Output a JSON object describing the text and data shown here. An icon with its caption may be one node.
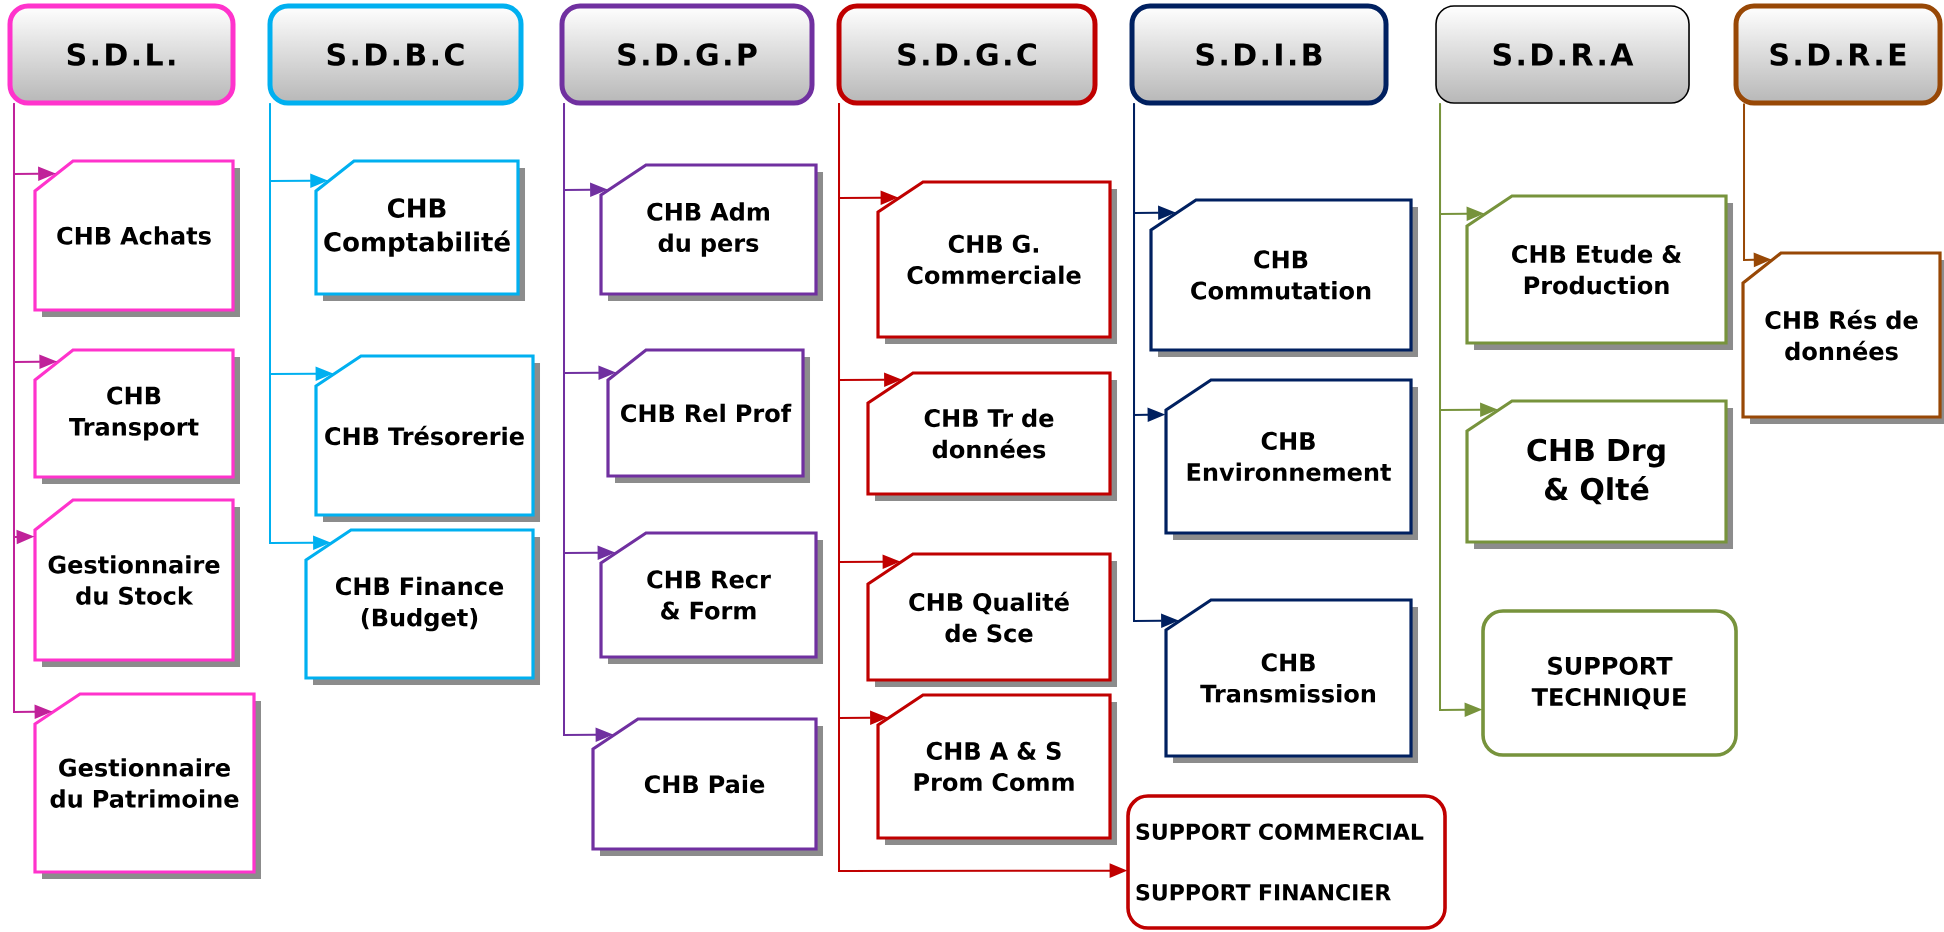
{
  "diagram": {
    "nodes": [
      {
        "text": [
          "S.D.L."
        ]
      },
      {
        "text": [
          "CHB Achats"
        ]
      },
      {
        "text": [
          "CHB Transport"
        ]
      },
      {
        "text": [
          "Gestionnaire du Stock"
        ]
      },
      {
        "text": [
          "Gestionnaire du Patrimoine"
        ]
      },
      {
        "text": [
          "S.D.B.C"
        ]
      },
      {
        "text": [
          "CHB Comptabilité"
        ]
      },
      {
        "text": [
          "CHB Trésorerie"
        ]
      },
      {
        "text": [
          "CHB Finance (Budget)"
        ]
      },
      {
        "text": [
          "S.D.G.P"
        ]
      },
      {
        "text": [
          "CHB Adm du pers"
        ]
      },
      {
        "text": [
          "CHB Rel Prof"
        ]
      },
      {
        "text": [
          "CHB Recr & Form"
        ]
      },
      {
        "text": [
          "CHB Paie"
        ]
      },
      {
        "text": [
          "S.D.G.C"
        ]
      },
      {
        "text": [
          "CHB G. Commerciale"
        ]
      },
      {
        "text": [
          "CHB Tr de données"
        ]
      },
      {
        "text": [
          "CHB Qualité de Sce"
        ]
      },
      {
        "text": [
          "CHB A & S Prom Comm"
        ]
      },
      {
        "text": [
          "SUPPORT COMMERCIAL",
          "SUPPORT FINANCIER"
        ]
      },
      {
        "text": [
          "S.D.I.B"
        ]
      },
      {
        "text": [
          "CHB Commutation"
        ]
      },
      {
        "text": [
          "CHB Environnement"
        ]
      },
      {
        "text": [
          "CHB Transmission"
        ]
      },
      {
        "text": [
          "S.D.R.A"
        ]
      },
      {
        "text": [
          "CHB Etude & Production"
        ]
      },
      {
        "text": [
          "CHB Drg & Qlté"
        ]
      },
      {
        "text": [
          "SUPPORT TECHNIQUE"
        ]
      },
      {
        "text": [
          "S.D.R.E"
        ]
      },
      {
        "text": [
          "CHB Rés de données"
        ]
      }
    ],
    "edges": [
      {
        "from": 0,
        "to": 1,
        "arrow": "to",
        "color": "#c0229a"
      },
      {
        "from": 0,
        "to": 2,
        "arrow": "to",
        "color": "#c0229a"
      },
      {
        "from": 0,
        "to": 3,
        "arrow": "to",
        "color": "#c0229a"
      },
      {
        "from": 0,
        "to": 4,
        "arrow": "to",
        "color": "#c0229a"
      },
      {
        "from": 5,
        "to": 6,
        "arrow": "to",
        "color": "#00b0f0"
      },
      {
        "from": 5,
        "to": 7,
        "arrow": "to",
        "color": "#00b0f0"
      },
      {
        "from": 5,
        "to": 8,
        "arrow": "to",
        "color": "#00b0f0"
      },
      {
        "from": 9,
        "to": 10,
        "arrow": "to",
        "color": "#7030a0"
      },
      {
        "from": 9,
        "to": 11,
        "arrow": "to",
        "color": "#7030a0"
      },
      {
        "from": 9,
        "to": 12,
        "arrow": "to",
        "color": "#7030a0"
      },
      {
        "from": 9,
        "to": 13,
        "arrow": "to",
        "color": "#7030a0"
      },
      {
        "from": 14,
        "to": 15,
        "arrow": "to",
        "color": "#c00000"
      },
      {
        "from": 14,
        "to": 16,
        "arrow": "to",
        "color": "#c00000"
      },
      {
        "from": 14,
        "to": 17,
        "arrow": "to",
        "color": "#c00000"
      },
      {
        "from": 14,
        "to": 18,
        "arrow": "to",
        "color": "#c00000"
      },
      {
        "from": 14,
        "to": 19,
        "arrow": "to",
        "color": "#c00000"
      },
      {
        "from": 20,
        "to": 21,
        "arrow": "to",
        "color": "#002060"
      },
      {
        "from": 20,
        "to": 22,
        "arrow": "to",
        "color": "#002060"
      },
      {
        "from": 20,
        "to": 23,
        "arrow": "to",
        "color": "#002060"
      },
      {
        "from": 24,
        "to": 25,
        "arrow": "to",
        "color": "#77933c"
      },
      {
        "from": 24,
        "to": 26,
        "arrow": "to",
        "color": "#77933c"
      },
      {
        "from": 24,
        "to": 27,
        "arrow": "to",
        "color": "#77933c"
      },
      {
        "from": 28,
        "to": 29,
        "arrow": "to",
        "color": "#984806"
      }
    ]
  }
}
